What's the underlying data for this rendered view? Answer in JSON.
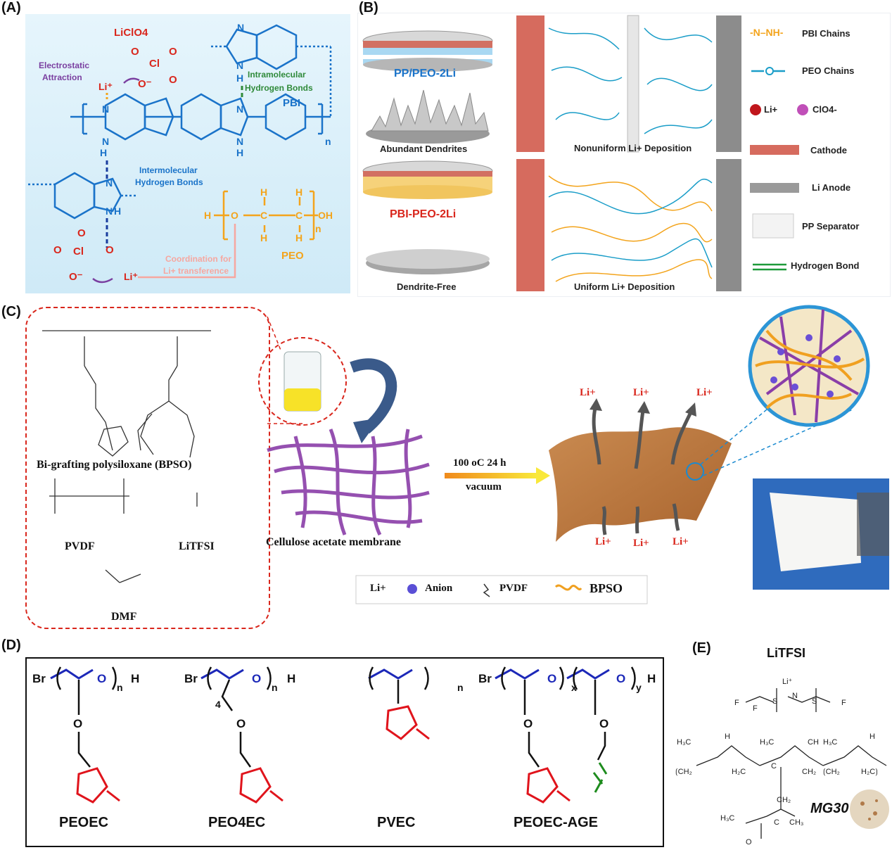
{
  "panels": {
    "A": {
      "label": "(A)",
      "salt": "LiClO4",
      "electrostatic": [
        "Electrostatic",
        "Attraction"
      ],
      "li": "Li+",
      "intramolecular": [
        "Intramolecular",
        "Hydrogen Bonds"
      ],
      "pbi": "PBI",
      "intermolecular": [
        "Intermolecular",
        "Hydrogen Bonds"
      ],
      "coordination": [
        "Coordination for",
        "Li+ transference"
      ],
      "peo": "PEO",
      "n": "n"
    },
    "B": {
      "label": "(B)",
      "pp_peo": "PP/PEO-2Li",
      "abundant": "Abundant Dendrites",
      "nonuniform": "Nonuniform Li+ Deposition",
      "pbi_peo": "PBI-PEO-2Li",
      "dendrite_free": "Dendrite-Free",
      "uniform": "Uniform Li+ Deposition",
      "legend": [
        "PBI Chains",
        "PEO Chains",
        "Li+",
        "ClO4-",
        "Cathode",
        "Li Anode",
        "PP Separator",
        "Hydrogen Bond"
      ]
    },
    "C": {
      "label": "(C)",
      "bpso": "Bi-grafting polysiloxane (BPSO)",
      "pvdf": "PVDF",
      "litfsi": "LiTFSI",
      "dmf": "DMF",
      "membrane": "Cellulose acetate membrane",
      "condition1": "100 oC 24 h",
      "condition2": "vacuum",
      "li": "Li+",
      "legend": [
        "Li+",
        "Anion",
        "PVDF",
        "BPSO"
      ]
    },
    "D": {
      "label": "(D)",
      "polymers": [
        "PEOEC",
        "PEO4EC",
        "PVEC",
        "PEOEC-AGE"
      ]
    },
    "E": {
      "label": "(E)",
      "title": "LiTFSI",
      "mg": "MG30"
    }
  },
  "colors": {
    "panelA_bg": "#dff1fb",
    "pbi_blue": "#1a73c9",
    "peo_orange": "#f3a41c",
    "salt_red": "#d9261c",
    "purple": "#7a3fa0",
    "green": "#2f8a3a",
    "cathode": "#d26a5c",
    "membrane": "#b8703a",
    "d_blue": "#1c28b8",
    "d_red": "#e0141c",
    "d_green": "#1e8c1e"
  }
}
